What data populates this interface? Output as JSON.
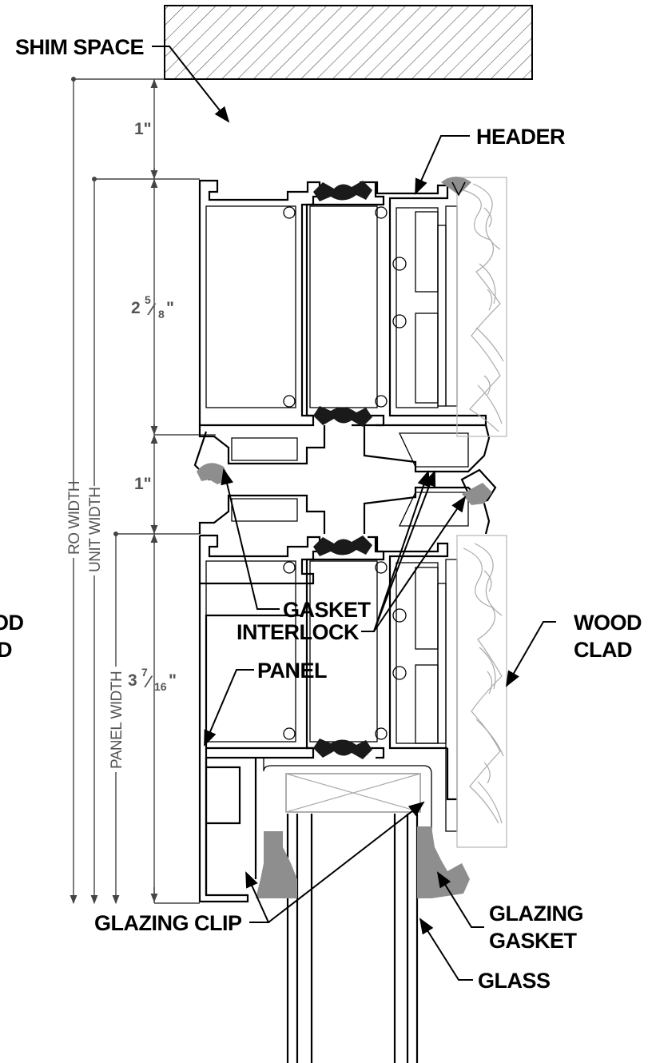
{
  "labels": {
    "shim_space": "SHIM SPACE",
    "header": "HEADER",
    "gasket": "GASKET",
    "interlock": "INTERLOCK",
    "panel": "PANEL",
    "wood_clad_line1": "WOOD",
    "wood_clad_line2": "CLAD",
    "glazing_clip": "GLAZING CLIP",
    "glazing_gasket_line1": "GLAZING",
    "glazing_gasket_line2": "GASKET",
    "glass": "GLASS",
    "cut_left_line1": "OD",
    "cut_left_line2": "D"
  },
  "dimensions": {
    "shim": "1\"",
    "header_whole": "2",
    "header_num": "5",
    "header_den": "8",
    "header_unit": "\"",
    "interlock_gap": "1\"",
    "panel_whole": "3",
    "panel_num": "7",
    "panel_den": "16",
    "panel_unit": "\""
  },
  "vertical_labels": {
    "ro_width": "RO WIDTH",
    "unit_width": "UNIT WIDTH",
    "panel_width": "PANEL WIDTH"
  },
  "colors": {
    "gasket": "#1a1a1a",
    "glazing_gasket": "#9a9a9a",
    "wood_grain": "#aaaaaa",
    "dimension": "#555555"
  }
}
